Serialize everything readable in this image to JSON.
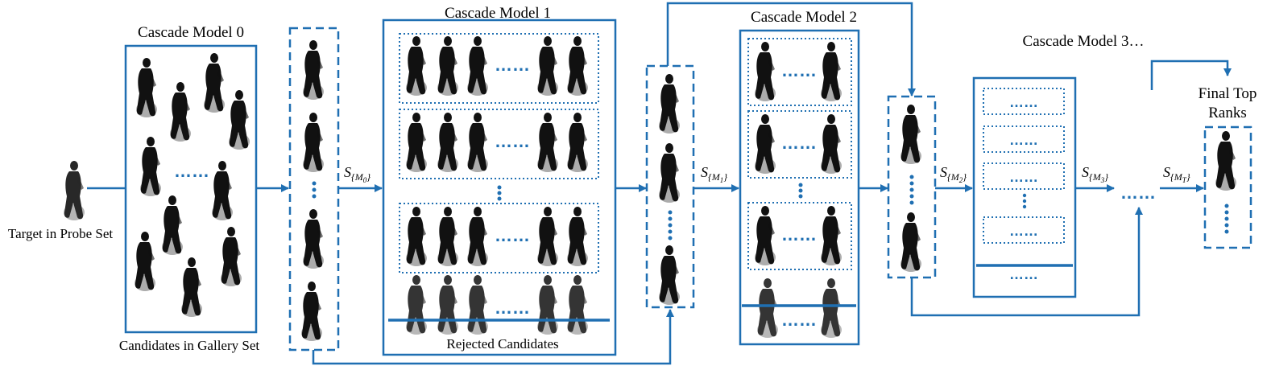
{
  "colors": {
    "accent": "#1f6fb2",
    "silhouette": "#111111",
    "background": "#ffffff"
  },
  "labels": {
    "target": "Target in Probe Set",
    "candidates": "Candidates in Gallery Set",
    "rejected": "Rejected Candidates",
    "model0": "Cascade Model 0",
    "model1": "Cascade Model 1",
    "model2": "Cascade Model 2",
    "model3": "Cascade Model 3…",
    "final_line1": "Final Top",
    "final_line2": "Ranks"
  },
  "scores": {
    "s0": {
      "base": "S",
      "sub": "{M",
      "idx": "0",
      "close": "}"
    },
    "s1": {
      "base": "S",
      "sub": "{M",
      "idx": "1",
      "close": "}"
    },
    "s2": {
      "base": "S",
      "sub": "{M",
      "idx": "2",
      "close": "}"
    },
    "s3": {
      "base": "S",
      "sub": "{M",
      "idx": "3",
      "close": "}"
    },
    "sT": {
      "base": "S",
      "sub": "{M",
      "idx": "T",
      "close": "}"
    }
  },
  "ellipsis": "……"
}
